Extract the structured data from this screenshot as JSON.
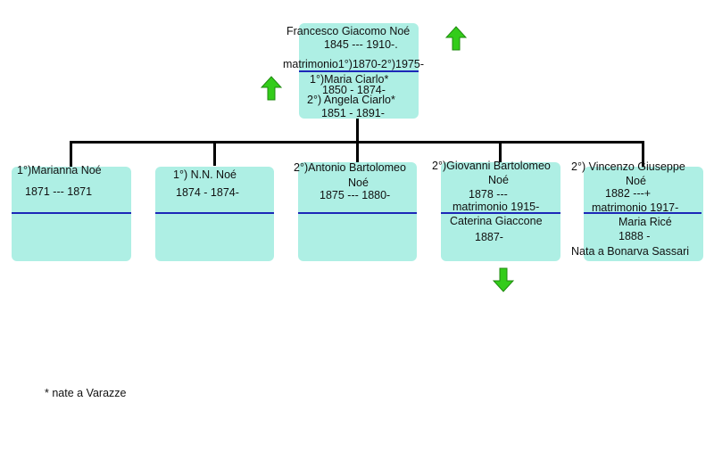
{
  "parent": {
    "name": "Francesco Giacomo Noé",
    "dates": "1845 --- 1910-.",
    "marriage": "matrimonio1°)1870-2°)1975-",
    "spouse1": "1°)Maria Ciarlo*",
    "spouse1_dates": "1850 - 1874-",
    "spouse2": "2°) Angela Ciarlo*",
    "spouse2_dates": "1851 - 1891-"
  },
  "children": [
    {
      "name": "1°)Marianna Noé",
      "dates": "1871 --- 1871"
    },
    {
      "name": "1°) N.N. Noé",
      "dates": "1874 - 1874-"
    },
    {
      "name": "2°)Antonio Bartolomeo",
      "name2": "Noé",
      "dates": "1875 --- 1880-"
    },
    {
      "name": "2°)Giovanni Bartolomeo",
      "name2": "Noé",
      "dates": "1878 ---",
      "marriage": "matrimonio 1915-",
      "spouse": "Caterina Giaccone",
      "spouse_dates": "1887-"
    },
    {
      "name": "2°) Vincenzo Giuseppe",
      "name2": "Noé",
      "dates": "1882 ---+",
      "marriage": "matrimonio 1917-",
      "spouse": "Maria Ricé",
      "spouse_dates": "1888 -",
      "note": "Nata a Bonarva Sassari"
    }
  ],
  "footnote": "* nate a Varazze",
  "colors": {
    "box": "#aeefe4",
    "rule": "#1c28b8",
    "arrow": "#33cc1a"
  },
  "icons": [
    "arrow-up-icon",
    "arrow-up-icon",
    "arrow-down-icon"
  ]
}
